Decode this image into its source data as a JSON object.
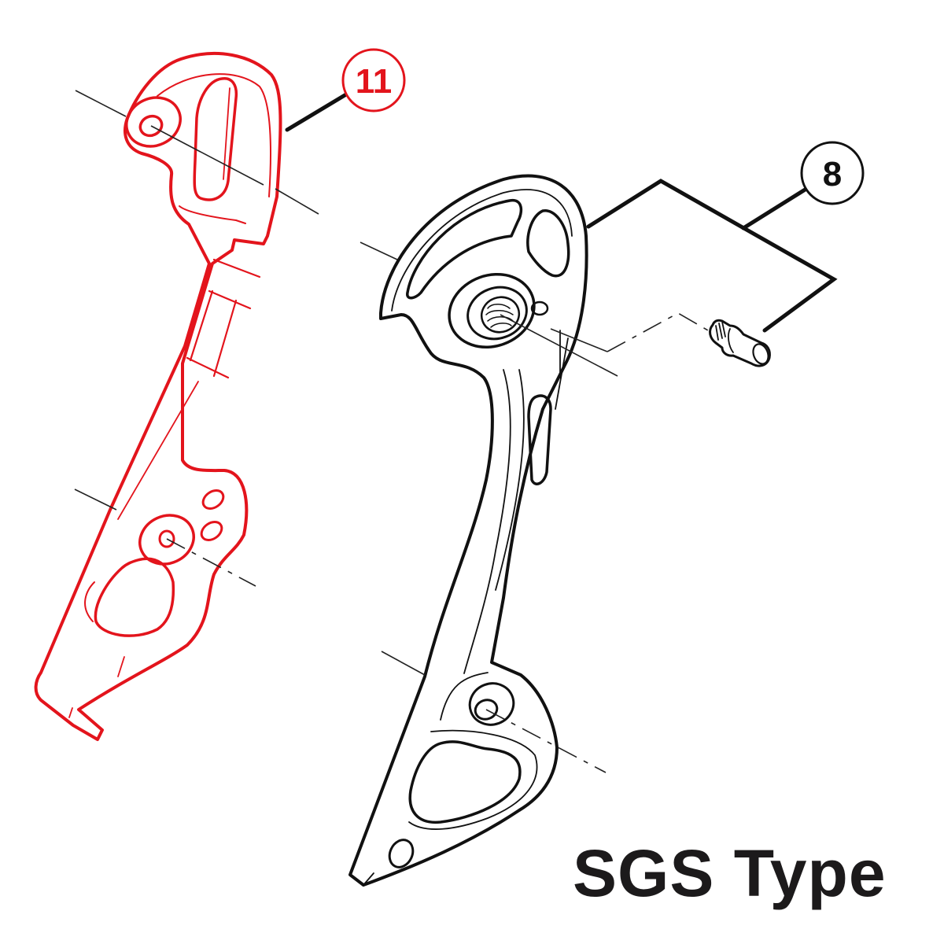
{
  "diagram": {
    "title": "SGS Type",
    "colors": {
      "highlight_part": "#e3141c",
      "line_art": "#111111",
      "title_text": "#1c1a1b",
      "background": "#ffffff"
    },
    "callouts": [
      {
        "id": "callout-11",
        "label": "11",
        "color": "#e3141c",
        "refers_to": "outer cage plate (highlighted red)"
      },
      {
        "id": "callout-8",
        "label": "8",
        "color": "#111111",
        "refers_to": "inner cage plate and plate stop pin"
      }
    ],
    "parts": [
      {
        "name": "outer-cage-plate",
        "style": "red outline",
        "callout": "11"
      },
      {
        "name": "inner-cage-plate",
        "style": "black outline",
        "callout": "8"
      },
      {
        "name": "cage-stop-pin",
        "style": "black outline",
        "callout": "8"
      }
    ]
  }
}
